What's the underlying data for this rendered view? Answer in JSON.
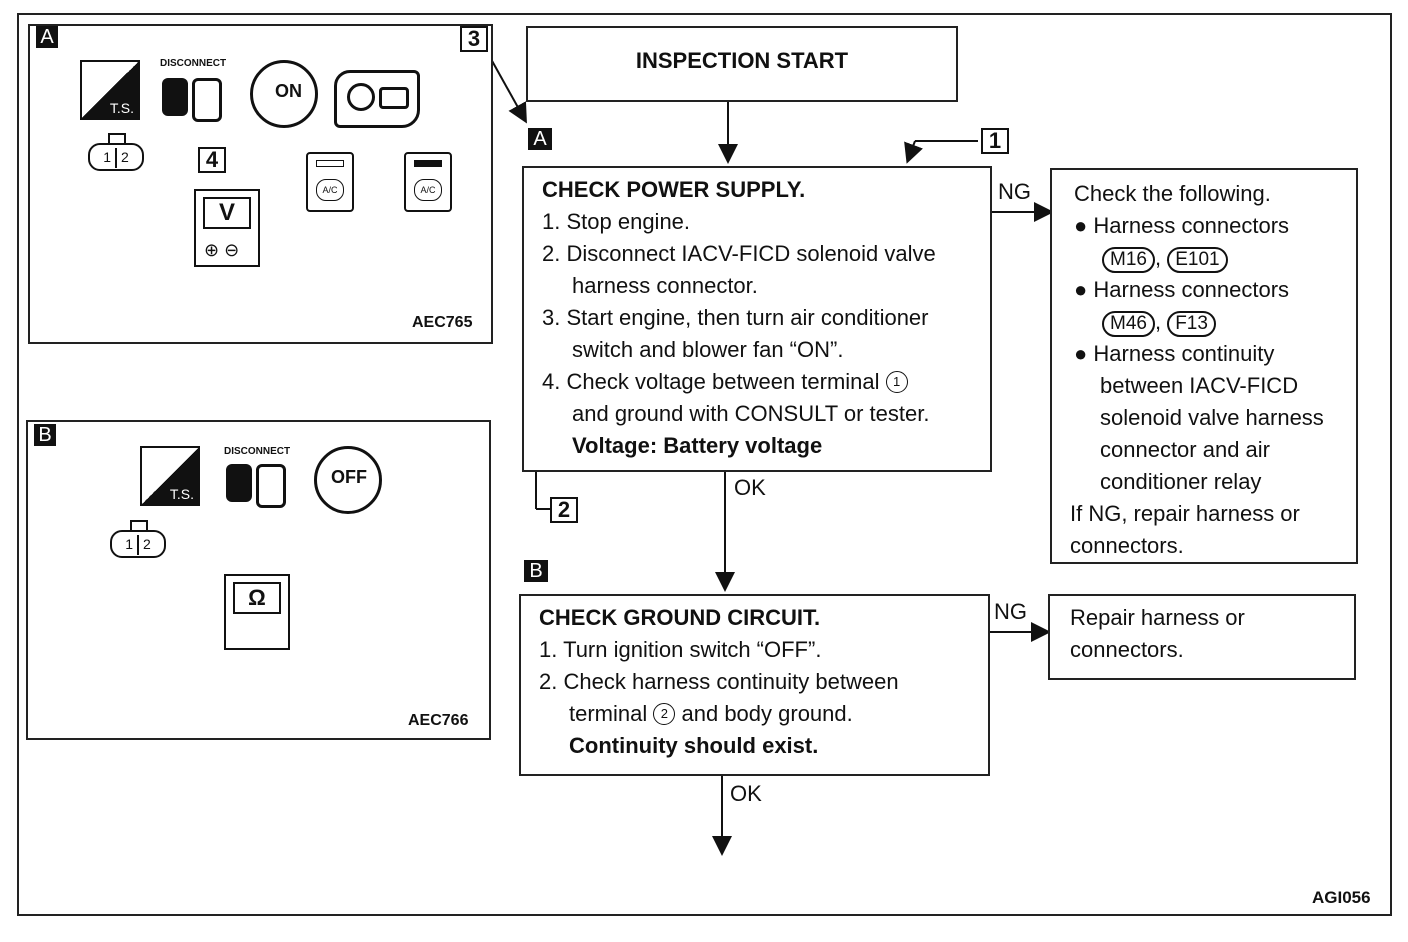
{
  "figure_code": "AGI056",
  "inspection_start": "INSPECTION START",
  "step_a": {
    "tag": "A",
    "title": "CHECK POWER SUPPLY.",
    "items": [
      {
        "num": "1.",
        "text": "Stop engine."
      },
      {
        "num": "2.",
        "text": "Disconnect IACV-FICD solenoid valve"
      },
      {
        "num": "",
        "text": "harness connector."
      },
      {
        "num": "3.",
        "text": "Start engine, then turn air conditioner"
      },
      {
        "num": "",
        "text": "switch and blower fan “ON”."
      },
      {
        "num": "4.",
        "text": "Check voltage between terminal"
      },
      {
        "num": "",
        "text": "and ground with CONSULT or tester."
      }
    ],
    "terminal": "1",
    "spec": "Voltage: Battery voltage",
    "ng_label": "NG",
    "ok_label": "OK"
  },
  "ng_a_box": {
    "intro": "Check the following.",
    "bullet1": "Harness connectors",
    "conn1a": "M16",
    "conn1b": "E101",
    "bullet2": "Harness connectors",
    "conn2a": "M46",
    "conn2b": "F13",
    "bullet3_lines": [
      "Harness continuity",
      "between IACV-FICD",
      "solenoid valve harness",
      "connector and air",
      "conditioner relay"
    ],
    "footer1": "If NG, repair harness or",
    "footer2": "connectors."
  },
  "step_b": {
    "tag": "B",
    "title": "CHECK GROUND CIRCUIT.",
    "item1_num": "1.",
    "item1": "Turn ignition switch “OFF”.",
    "item2_num": "2.",
    "item2a": "Check harness continuity between",
    "item2b_pre": "terminal",
    "terminal": "2",
    "item2b_post": "and body ground.",
    "spec": "Continuity should exist.",
    "ng_label": "NG",
    "ok_label": "OK"
  },
  "ng_b_box": {
    "line1": "Repair harness or",
    "line2": "connectors."
  },
  "callouts": {
    "one": "1",
    "two": "2",
    "three": "3",
    "four": "4"
  },
  "panel_a": {
    "tag": "A",
    "code": "AEC765",
    "disconnect": "DISCONNECT",
    "ts": "T.S.",
    "on": "ON",
    "meter": "V",
    "pins": [
      "1",
      "2"
    ],
    "ac": "A/C"
  },
  "panel_b": {
    "tag": "B",
    "code": "AEC766",
    "disconnect": "DISCONNECT",
    "ts": "T.S.",
    "off": "OFF",
    "meter": "Ω",
    "pins": [
      "1",
      "2"
    ]
  }
}
